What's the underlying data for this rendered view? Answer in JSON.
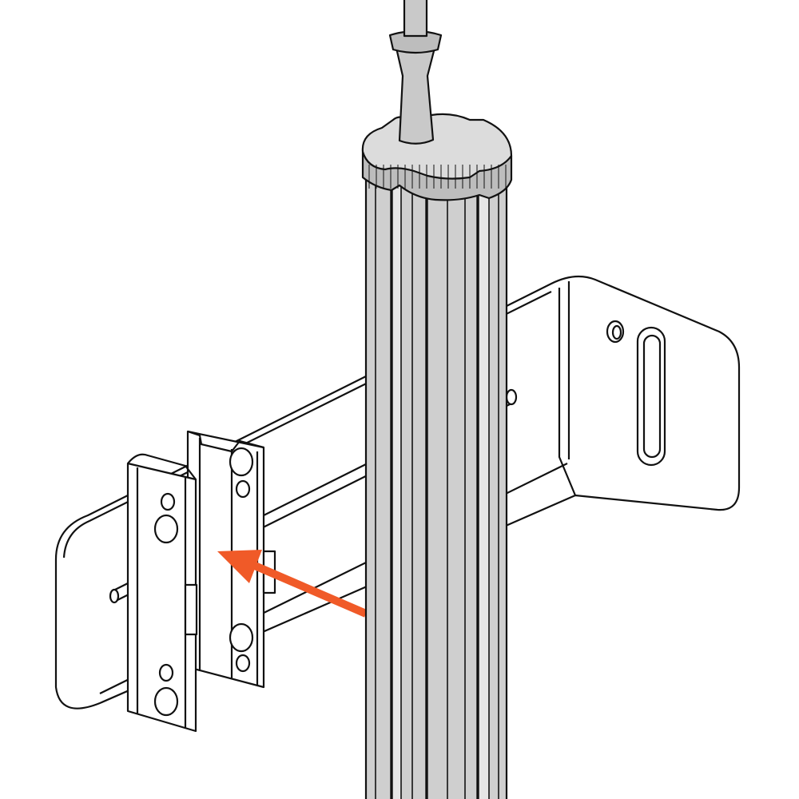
{
  "diagram": {
    "colors": {
      "background": "#ffffff",
      "outline": "#111111",
      "metal": "#ffffff",
      "pole_fill": "#cfcfcf",
      "pole_shade": "#9a9a9a",
      "pole_highlight": "#e6e6e6",
      "arrow": "#f05a28"
    },
    "parts": [
      "wall-bracket",
      "channel-clip",
      "pole",
      "end-cap",
      "cable"
    ],
    "direction_arrow": "slide-clip-into-bracket"
  }
}
